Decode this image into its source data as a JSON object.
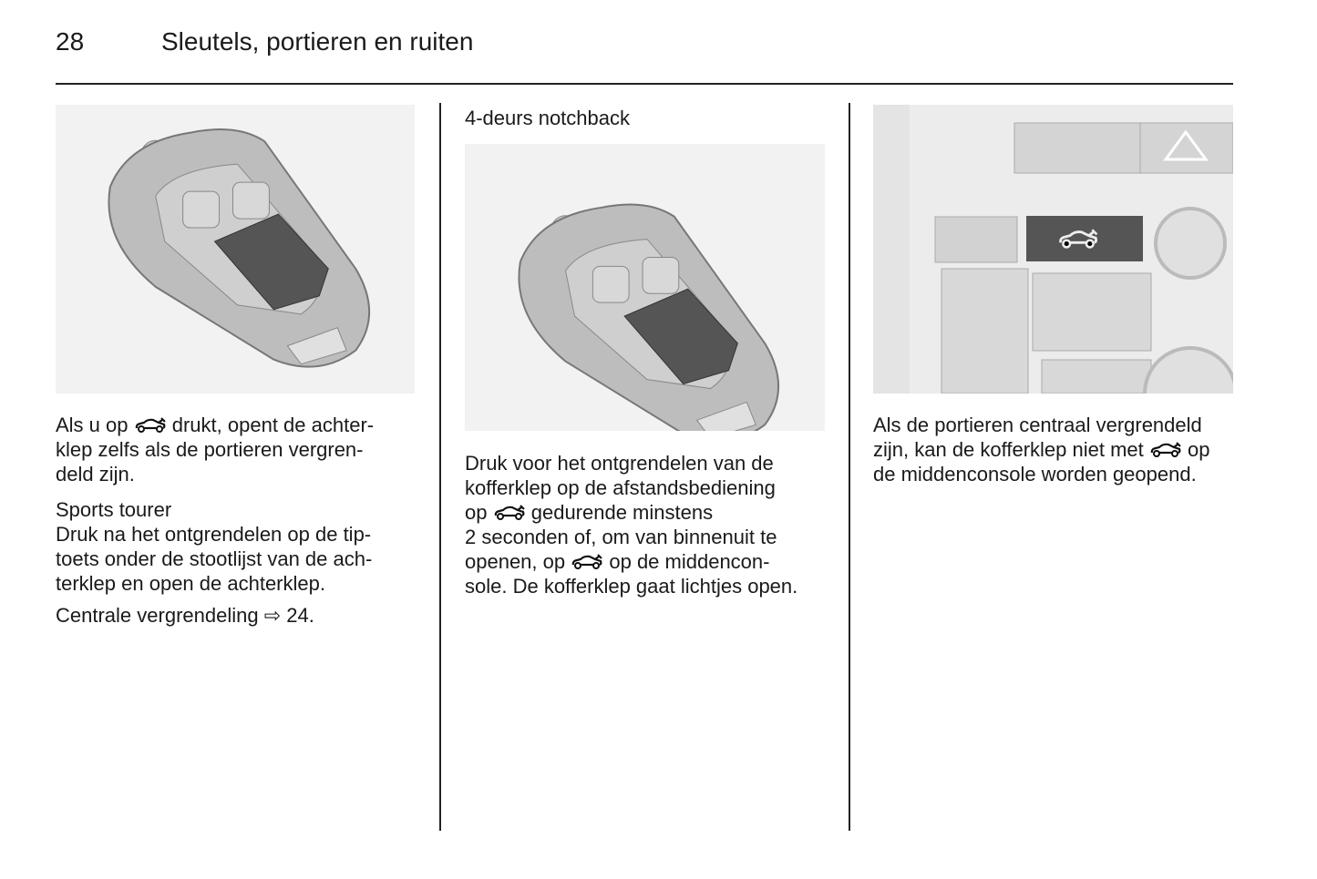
{
  "header": {
    "page_number": "28",
    "title": "Sleutels, portieren en ruiten"
  },
  "icons": {
    "trunk": "trunk-release-icon",
    "arrow": "cross-reference-arrow-icon"
  },
  "left": {
    "p1": [
      "Als u op",
      "drukt, opent de achter-",
      "klep zelfs als de portieren vergren-",
      "deld zijn."
    ],
    "heading": "Sports tourer",
    "p2": [
      "Druk na het ontgrendelen op de tip-",
      "toets onder de stootlijst van de ach-",
      "terklep en open de achterklep."
    ],
    "p3_text": "Centrale vergrendeling",
    "p3_ref": "24."
  },
  "middle": {
    "heading": "4-deurs notchback",
    "p1": [
      "Druk voor het ontgrendelen van de",
      "kofferklep op de afstandsbediening",
      "op",
      "gedurende minstens",
      "2 seconden of, om van binnenuit te",
      "openen, op",
      "op de middencon-",
      "sole. De kofferklep gaat lichtjes open."
    ]
  },
  "right": {
    "p1": [
      "Als de portieren centraal vergrendeld",
      "zijn, kan de kofferklep niet met",
      "op",
      "de middenconsole worden geopend."
    ]
  }
}
